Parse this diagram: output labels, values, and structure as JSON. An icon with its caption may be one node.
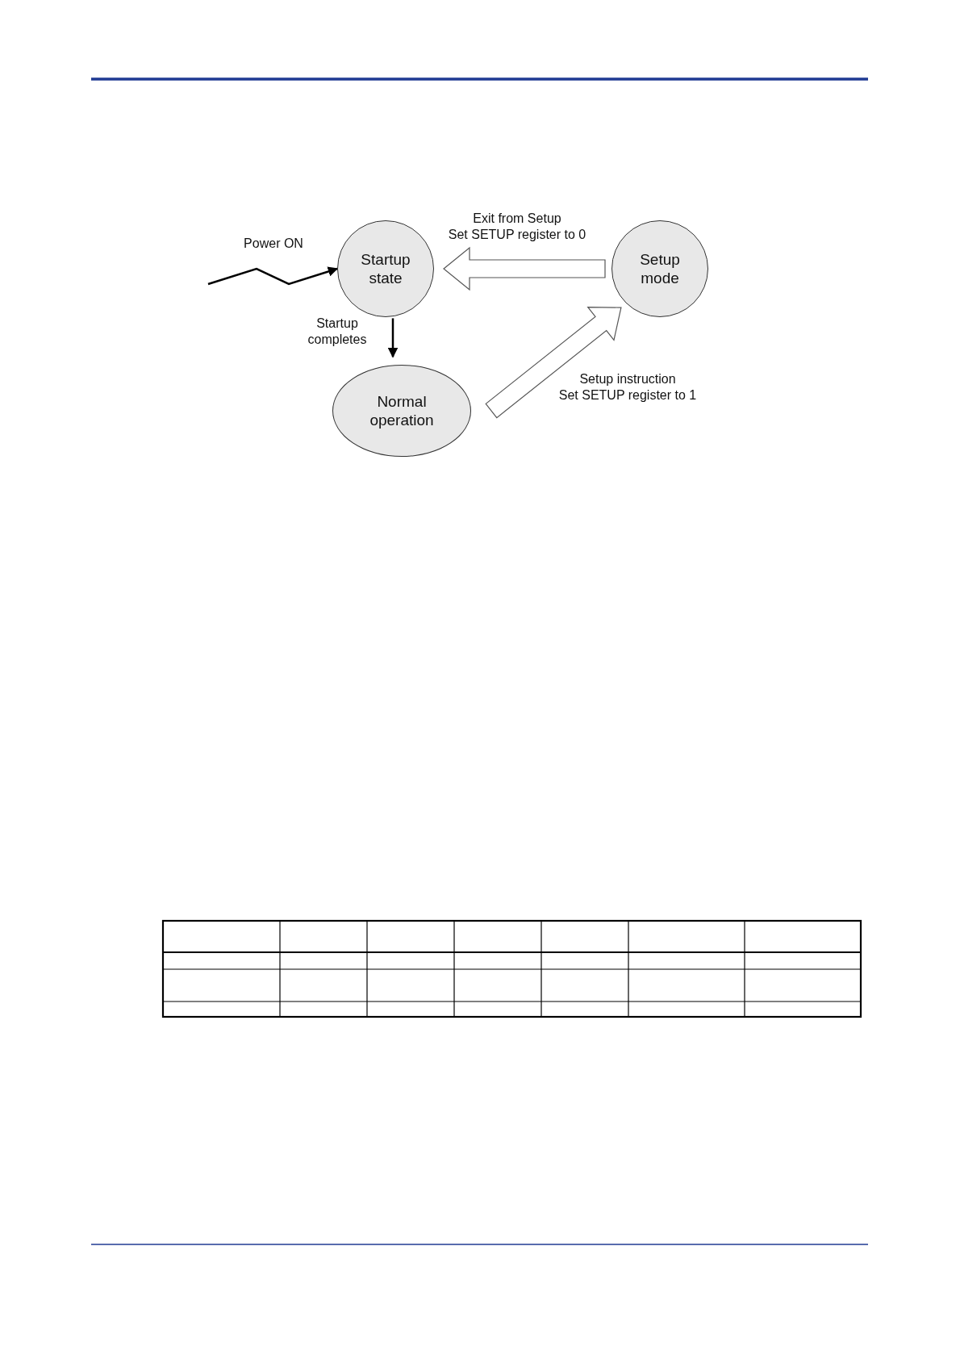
{
  "diagram": {
    "nodes": [
      {
        "text": [
          "Startup state"
        ]
      },
      {
        "text": [
          "Setup mode"
        ]
      },
      {
        "text": [
          "Normal operation"
        ]
      }
    ],
    "edges": [
      {
        "from": null,
        "to": 0,
        "arrow": "to",
        "label": "Power ON"
      },
      {
        "from": 0,
        "to": 2,
        "arrow": "to",
        "label": "Startup completes"
      },
      {
        "from": 1,
        "to": 0,
        "arrow": "to",
        "style": "thick",
        "label": "Exit from Setup Set SETUP register to 0"
      },
      {
        "from": 2,
        "to": 1,
        "arrow": "to",
        "style": "thick",
        "label": "Setup instruction Set SETUP register to 1"
      }
    ]
  }
}
